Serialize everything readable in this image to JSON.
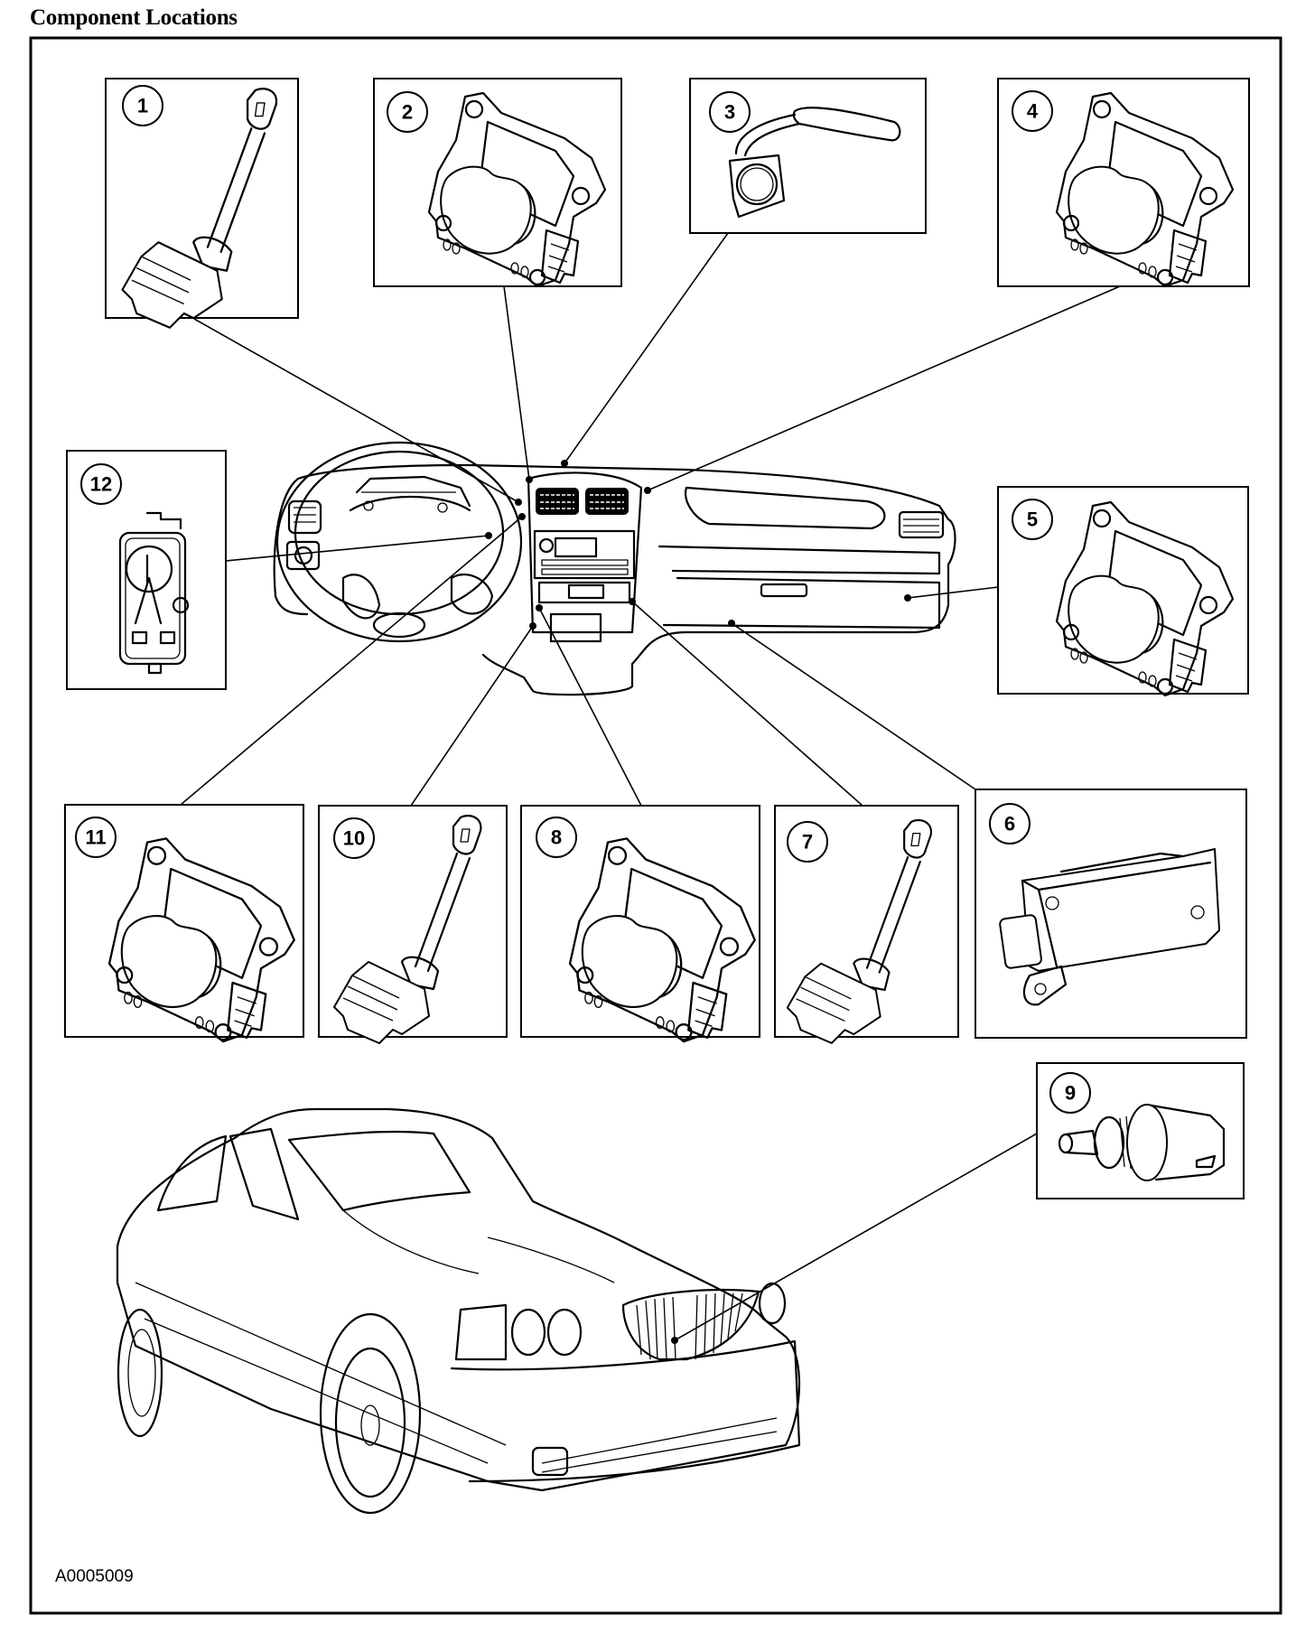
{
  "header": {
    "title": "Component Locations"
  },
  "figure": {
    "id": "A0005009"
  },
  "callouts": [
    "1",
    "2",
    "3",
    "4",
    "5",
    "6",
    "7",
    "8",
    "9",
    "10",
    "11",
    "12"
  ],
  "components": [
    {
      "callout": "1",
      "icon": "temperature-sensor-icon"
    },
    {
      "callout": "2",
      "icon": "door-actuator-icon"
    },
    {
      "callout": "3",
      "icon": "sunload-sensor-icon"
    },
    {
      "callout": "4",
      "icon": "door-actuator-icon"
    },
    {
      "callout": "5",
      "icon": "door-actuator-icon"
    },
    {
      "callout": "6",
      "icon": "control-module-icon"
    },
    {
      "callout": "7",
      "icon": "temperature-sensor-icon"
    },
    {
      "callout": "8",
      "icon": "door-actuator-icon"
    },
    {
      "callout": "9",
      "icon": "ambient-air-sensor-icon"
    },
    {
      "callout": "10",
      "icon": "temperature-sensor-icon"
    },
    {
      "callout": "11",
      "icon": "door-actuator-icon"
    },
    {
      "callout": "12",
      "icon": "in-car-temperature-sensor-icon"
    }
  ],
  "scenes": {
    "dashboard": "instrument-panel-illustration",
    "vehicle": "sedan-illustration"
  }
}
